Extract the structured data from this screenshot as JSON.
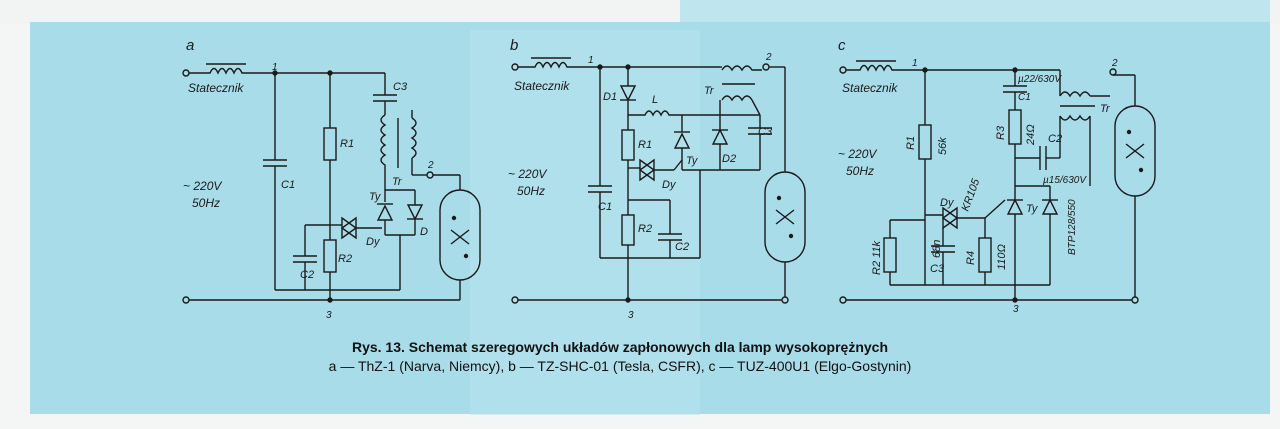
{
  "figure": {
    "title": "Rys. 13. Schemat szeregowych układów zapłonowych dla lamp wysokoprężnych",
    "subtitle": "a — ThZ-1 (Narva, Niemcy), b — TZ-SHC-01 (Tesla, CSFR), c — TUZ-400U1 (Elgo-Gostynin)"
  },
  "circuit_a": {
    "letter": "a",
    "ballast": "Statecznik",
    "supply_v": "~ 220V",
    "supply_f": "50Hz",
    "node1": "1",
    "node2": "2",
    "node3": "3",
    "c1": "C1",
    "c2": "C2",
    "c3": "C3",
    "r1": "R1",
    "r2": "R2",
    "tr": "Tr",
    "ty": "Ty",
    "dy": "Dy",
    "d": "D"
  },
  "circuit_b": {
    "letter": "b",
    "ballast": "Statecznik",
    "supply_v": "~ 220V",
    "supply_f": "50Hz",
    "node1": "1",
    "node2": "2",
    "node3": "3",
    "d1": "D1",
    "d2": "D2",
    "l": "L",
    "r1": "R1",
    "r2": "R2",
    "c1": "C1",
    "c2": "C2",
    "c3": "C3",
    "tr": "Tr",
    "ty": "Ty",
    "dy": "Dy"
  },
  "circuit_c": {
    "letter": "c",
    "ballast": "Statecznik",
    "supply_v": "~ 220V",
    "supply_f": "50Hz",
    "node1": "1",
    "node2": "2",
    "node3": "3",
    "r1": "R1",
    "r1_val": "56k",
    "r2": "R2 11k",
    "c1_val": "µ22/630V",
    "c1": "C1",
    "r3": "R3",
    "r3_val": "24Ω",
    "c2": "C2",
    "c2_val": "µ15/630V",
    "c3": "C3",
    "c3_val": "68n",
    "r4": "R4",
    "r4_val": "110Ω",
    "dy": "Dy",
    "kr": "KR105",
    "ty": "Ty",
    "bt": "BTP128/550",
    "tr": "Tr"
  }
}
